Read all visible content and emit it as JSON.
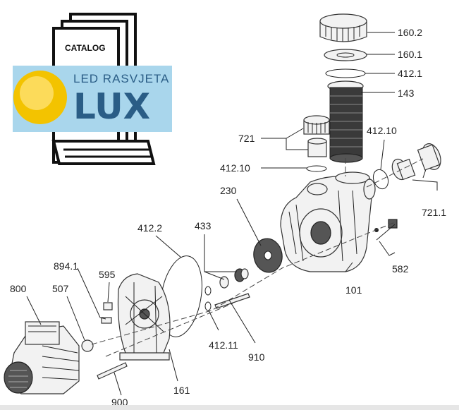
{
  "logo": {
    "catalog_text": "CATALOG",
    "brand_subtitle": "LED RASVJETA",
    "brand_name": "LUX",
    "colors": {
      "banner": "#a9d6ec",
      "brand": "#2a5d86",
      "sun": "#f3c300"
    }
  },
  "parts": [
    {
      "id": "p160_2",
      "label": "160.2"
    },
    {
      "id": "p160_1",
      "label": "160.1"
    },
    {
      "id": "p412_1",
      "label": "412.1"
    },
    {
      "id": "p143",
      "label": "143"
    },
    {
      "id": "p721",
      "label": "721"
    },
    {
      "id": "p412_10a",
      "label": "412.10"
    },
    {
      "id": "p412_10b",
      "label": "412.10"
    },
    {
      "id": "p721_1",
      "label": "721.1"
    },
    {
      "id": "p230",
      "label": "230"
    },
    {
      "id": "p412_2",
      "label": "412.2"
    },
    {
      "id": "p433",
      "label": "433"
    },
    {
      "id": "p894_1",
      "label": "894.1"
    },
    {
      "id": "p595",
      "label": "595"
    },
    {
      "id": "p800",
      "label": "800"
    },
    {
      "id": "p507",
      "label": "507"
    },
    {
      "id": "p582",
      "label": "582"
    },
    {
      "id": "p101",
      "label": "101"
    },
    {
      "id": "p412_11",
      "label": "412.11"
    },
    {
      "id": "p910",
      "label": "910"
    },
    {
      "id": "p161",
      "label": "161"
    },
    {
      "id": "p900",
      "label": "900"
    }
  ]
}
